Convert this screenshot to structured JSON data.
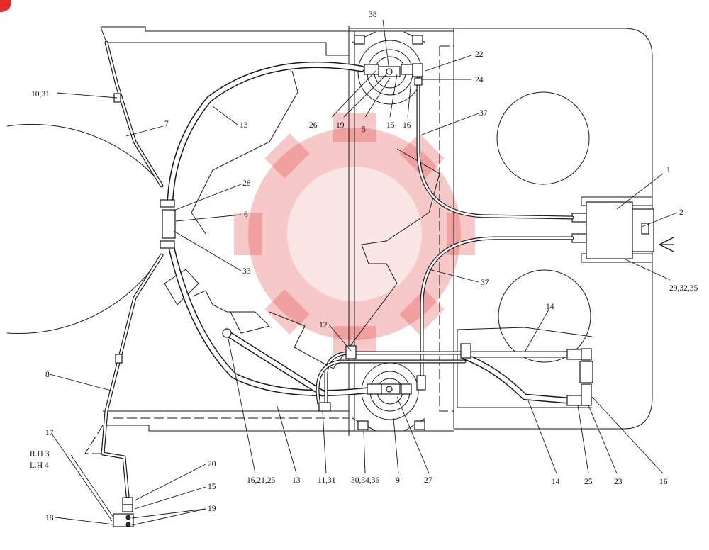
{
  "diagram": {
    "corner_badge_color": "#e32b2b",
    "watermark_color": "#e23b3b",
    "labels": {
      "l1": "1",
      "l2": "2",
      "l29": "29,32,35",
      "l38": "38",
      "l22": "22",
      "l24": "24",
      "l26": "26",
      "l19a": "19",
      "l5": "5",
      "l15a": "15",
      "l16a": "16",
      "l37a": "37",
      "l13a": "13",
      "l7": "7",
      "l1031": "10,31",
      "l28": "28",
      "l6": "6",
      "l33": "33",
      "l37b": "37",
      "l14a": "14",
      "l12": "12",
      "l8": "8",
      "l17": "17",
      "rh": "R.H  3",
      "lh": "L.H  4",
      "l20": "20",
      "l15b": "15",
      "l19b": "19",
      "l18": "18",
      "l162125": "16,21,25",
      "l13b": "13",
      "l1131": "11,31",
      "l303436": "30,34,36",
      "l9": "9",
      "l27": "27",
      "l14b": "14",
      "l25": "25",
      "l23": "23",
      "l16b": "16"
    }
  }
}
